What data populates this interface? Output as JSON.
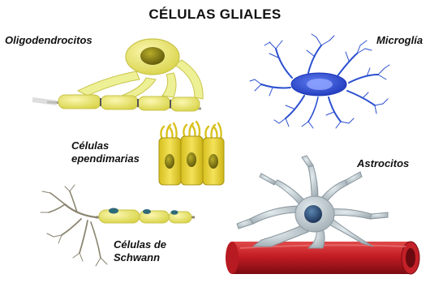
{
  "title": "CÉLULAS GLIALES",
  "labels": {
    "oligodendrocitos": "Oligodendrocitos",
    "microglia": "Microglía",
    "ependimarias_line1": "Células",
    "ependimarias_line2": "ependimarias",
    "astrocitos": "Astrocitos",
    "schwann_line1": "Células de",
    "schwann_line2": "Schwann"
  },
  "colors": {
    "myelin_yellow": "#e8e87a",
    "cell_yellow": "#e6d23a",
    "nucleus_olive": "#7a7410",
    "microglia_blue": "#2a4fd0",
    "astrocyte_gray": "#b9c4c9",
    "vessel_red": "#c8202a",
    "schwann_nerve": "#8a8470"
  }
}
